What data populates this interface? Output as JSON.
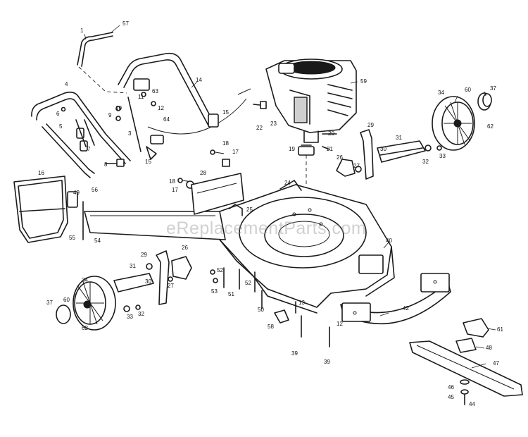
{
  "watermark": "eReplacementParts.com",
  "callouts": {
    "p1": "1",
    "p57": "57",
    "p4": "4",
    "p14": "14",
    "p11": "11",
    "p63": "63",
    "p12": "12",
    "p9": "9",
    "p10": "10",
    "p6": "6",
    "p5": "5",
    "p7": "7",
    "p3": "3",
    "p64": "64",
    "p15a": "15",
    "p15b": "15",
    "p8": "8",
    "p22": "22",
    "p23": "23",
    "p59": "59",
    "p20": "20",
    "p19": "19",
    "p21": "21",
    "p18a": "18",
    "p17a": "17",
    "p18b": "18",
    "p17b": "17",
    "p28": "28",
    "p16": "16",
    "p49": "49",
    "p56": "56",
    "p55": "55",
    "p54": "54",
    "p24": "24",
    "p25": "25",
    "p26a": "26",
    "p27a": "27",
    "p29a": "29",
    "p30a": "30",
    "p31a": "31",
    "p32a": "32",
    "p33a": "33",
    "p34a": "34",
    "p60a": "60",
    "p37a": "37",
    "p62a": "62",
    "p40": "40",
    "p29b": "29",
    "p26b": "26",
    "p31b": "31",
    "p30b": "30",
    "p27b": "27",
    "p52a": "52",
    "p52b": "52",
    "p53": "53",
    "p51": "51",
    "p50": "50",
    "p34b": "34",
    "p37b": "37",
    "p60b": "60",
    "p62b": "62",
    "p33b": "33",
    "p32b": "32",
    "p13": "13",
    "p58": "58",
    "p42": "42",
    "p12b": "12",
    "p39a": "39",
    "p39b": "39",
    "p61": "61",
    "p48": "48",
    "p47": "47",
    "p46": "46",
    "p45": "45",
    "p44": "44"
  }
}
